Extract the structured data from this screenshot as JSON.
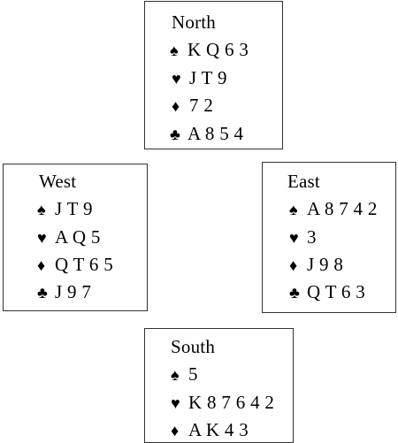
{
  "north": {
    "title": "North",
    "rows": [
      {
        "suit": "♠",
        "cards": "K Q 6 3"
      },
      {
        "suit": "♥",
        "cards": "J T 9"
      },
      {
        "suit": "♦",
        "cards": "7 2"
      },
      {
        "suit": "♣",
        "cards": "A 8 5 4"
      }
    ]
  },
  "west": {
    "title": "West",
    "rows": [
      {
        "suit": "♠",
        "cards": "J T 9"
      },
      {
        "suit": "♥",
        "cards": "A Q 5"
      },
      {
        "suit": "♦",
        "cards": "Q T 6 5"
      },
      {
        "suit": "♣",
        "cards": "J 9 7"
      }
    ]
  },
  "east": {
    "title": "East",
    "rows": [
      {
        "suit": "♠",
        "cards": "A 8 7 4 2"
      },
      {
        "suit": "♥",
        "cards": "3"
      },
      {
        "suit": "♦",
        "cards": "J 9 8"
      },
      {
        "suit": "♣",
        "cards": "Q T 6 3"
      }
    ]
  },
  "south": {
    "title": "South",
    "rows": [
      {
        "suit": "♠",
        "cards": "5"
      },
      {
        "suit": "♥",
        "cards": "K 8 7 6 4 2"
      },
      {
        "suit": "♦",
        "cards": "A K 4 3"
      }
    ]
  }
}
